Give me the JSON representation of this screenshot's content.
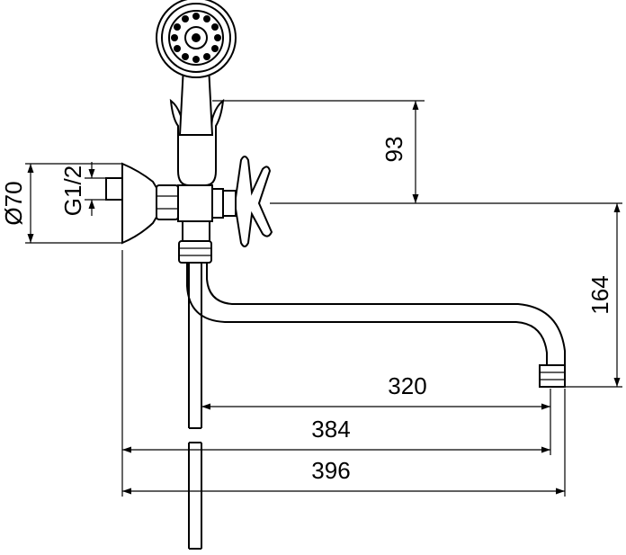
{
  "dimensions": {
    "shower_holder_height": "93",
    "spout_drop_height": "164",
    "spout_reach_320": "320",
    "spout_reach_384": "384",
    "overall_length": "396",
    "flange_diameter": "Ø70",
    "thread_size": "G1/2"
  },
  "icons": {
    "shower_head": "shower-head-icon",
    "handle": "cross-handle-icon"
  }
}
